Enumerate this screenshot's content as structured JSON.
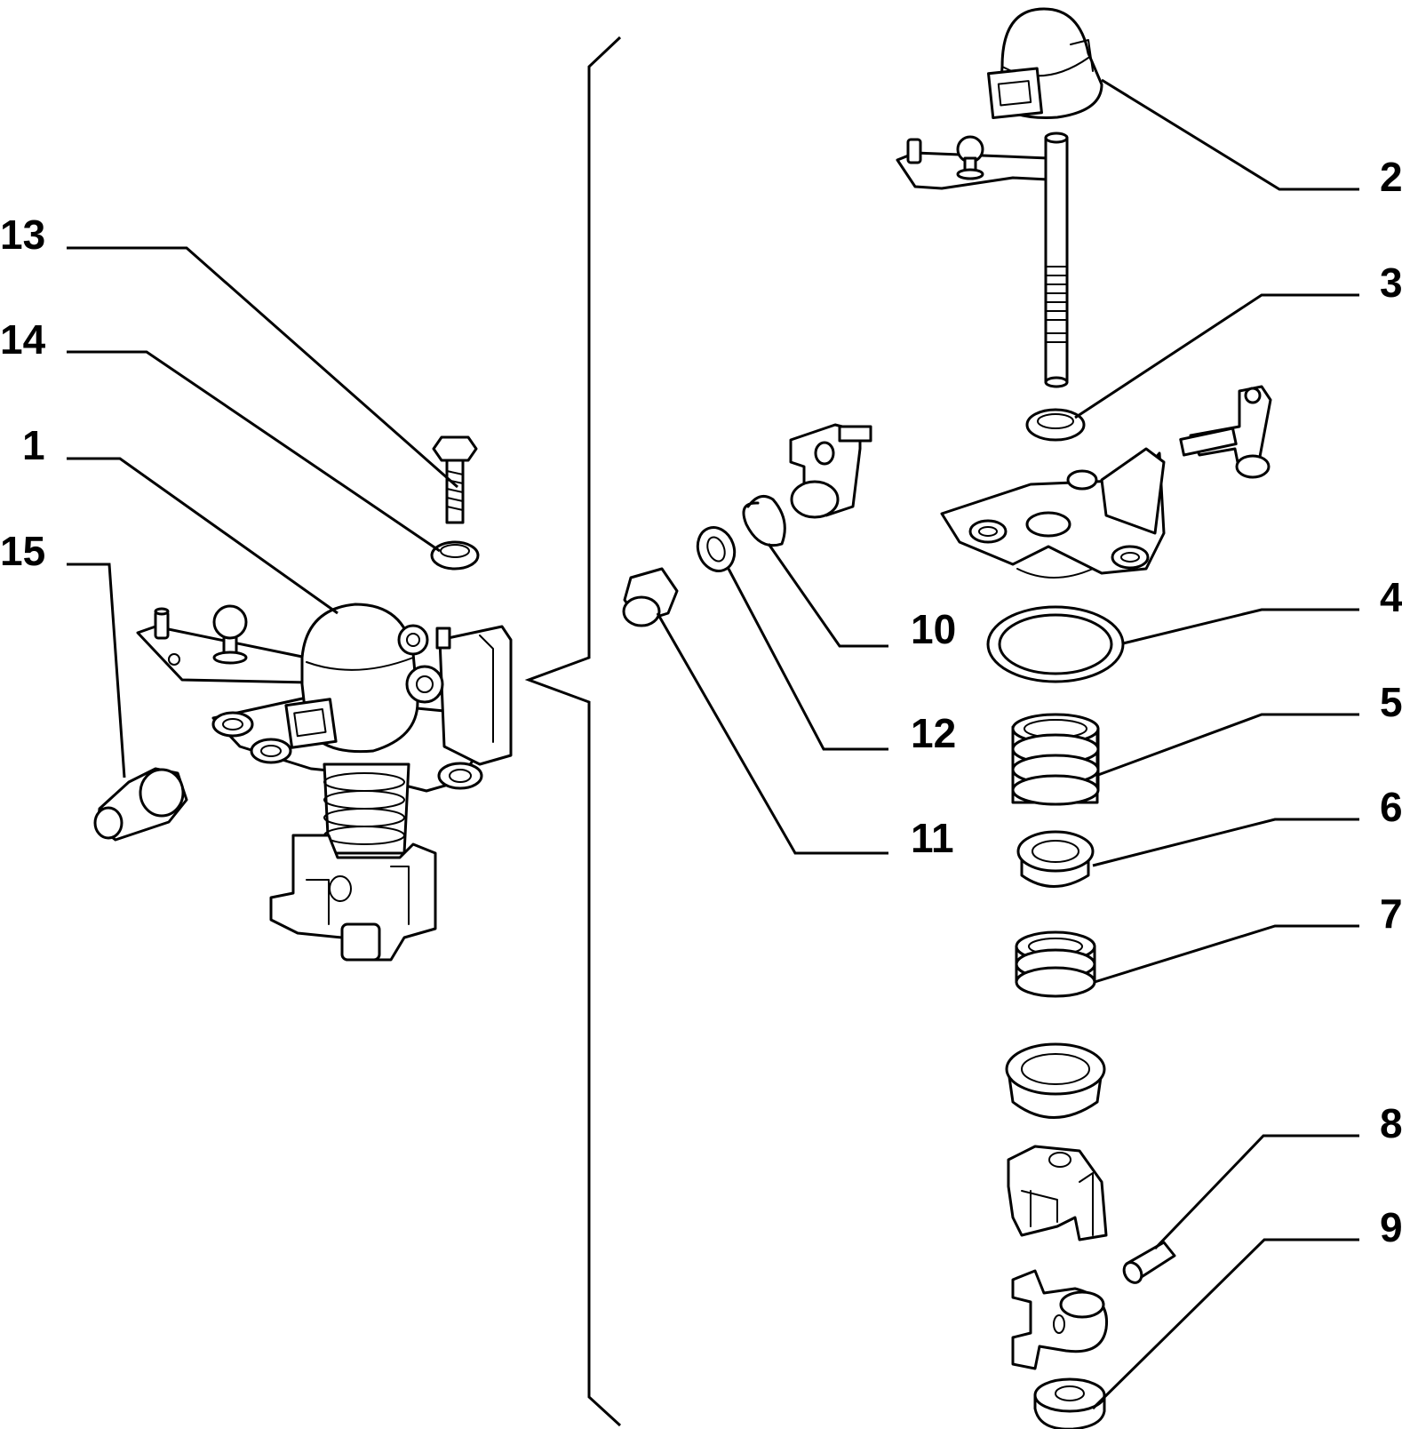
{
  "diagram": {
    "line_color": "#000000",
    "background": "#ffffff",
    "callouts": {
      "c1": "1",
      "c2": "2",
      "c3": "3",
      "c4": "4",
      "c5": "5",
      "c6": "6",
      "c7": "7",
      "c8": "8",
      "c9": "9",
      "c10": "10",
      "c11": "11",
      "c12": "12",
      "c13": "13",
      "c14": "14",
      "c15": "15"
    }
  }
}
